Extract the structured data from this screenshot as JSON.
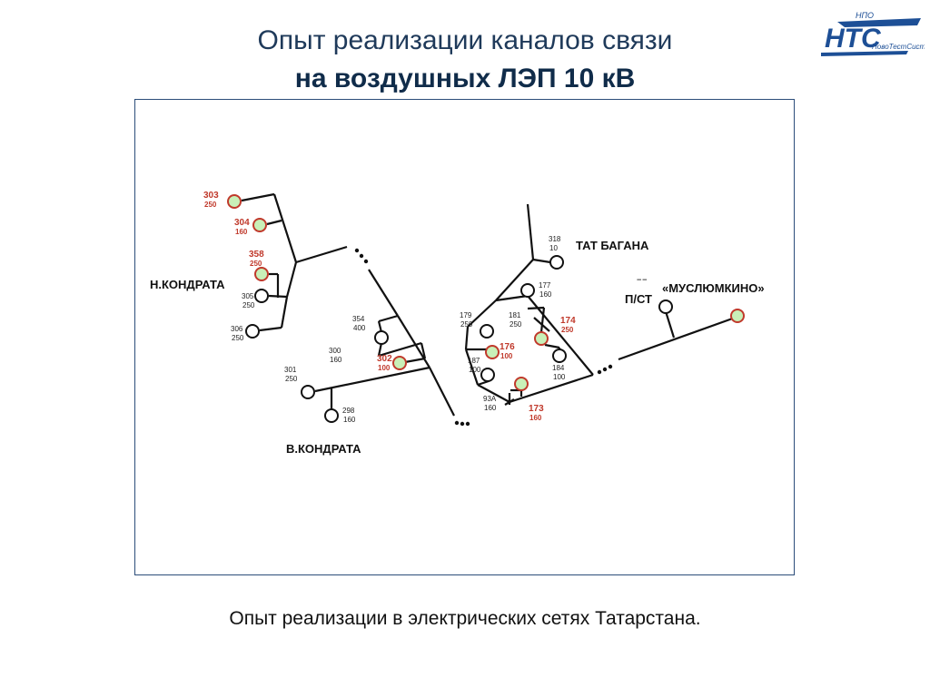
{
  "header": {
    "title_line1": "Опыт реализации каналов связи",
    "title_line2": "на воздушных ЛЭП 10 кВ"
  },
  "logo": {
    "top_text": "НПО",
    "main_text": "НТС",
    "sub_text": "НовоТестСистемы",
    "color": "#1d4f96"
  },
  "colors": {
    "active_node_fill": "#c9f0b8",
    "active_node_stroke": "#c0392b",
    "active_label": "#c0392b",
    "line": "#111111"
  },
  "diagram": {
    "labels": {
      "n_kondrata": "Н.КОНДРАТА",
      "v_kondrata": "В.КОНДРАТА",
      "tat_bagana": "ТАТ БАГАНА",
      "muslyumkino": "«МУСЛЮМКИНО»",
      "pst": "П/СТ",
      "pst_marks": "‾ ‾"
    },
    "nodes": [
      {
        "id": "303",
        "num": "303",
        "cap": "250",
        "active": true
      },
      {
        "id": "304",
        "num": "304",
        "cap": "160",
        "active": true
      },
      {
        "id": "358",
        "num": "358",
        "cap": "250",
        "active": true
      },
      {
        "id": "305",
        "num": "305",
        "cap": "250",
        "active": false
      },
      {
        "id": "306",
        "num": "306",
        "cap": "250",
        "active": false
      },
      {
        "id": "354",
        "num": "354",
        "cap": "400",
        "active": false
      },
      {
        "id": "300",
        "num": "300",
        "cap": "160",
        "active": false
      },
      {
        "id": "302",
        "num": "302",
        "cap": "100",
        "active": true
      },
      {
        "id": "301",
        "num": "301",
        "cap": "250",
        "active": false
      },
      {
        "id": "298",
        "num": "298",
        "cap": "160",
        "active": false
      },
      {
        "id": "318",
        "num": "318",
        "cap": "10",
        "active": false
      },
      {
        "id": "177",
        "num": "177",
        "cap": "160",
        "active": false
      },
      {
        "id": "179",
        "num": "179",
        "cap": "250",
        "active": false
      },
      {
        "id": "181",
        "num": "181",
        "cap": "250",
        "active": false
      },
      {
        "id": "174",
        "num": "174",
        "cap": "250",
        "active": true
      },
      {
        "id": "176",
        "num": "176",
        "cap": "100",
        "active": true
      },
      {
        "id": "187",
        "num": "187",
        "cap": "100",
        "active": false
      },
      {
        "id": "184",
        "num": "184",
        "cap": "100",
        "active": false
      },
      {
        "id": "93A",
        "num": "93А",
        "cap": "160",
        "active": false
      },
      {
        "id": "173",
        "num": "173",
        "cap": "160",
        "active": true
      },
      {
        "id": "pst",
        "num": "",
        "cap": "",
        "active": false
      },
      {
        "id": "musl",
        "num": "",
        "cap": "",
        "active": true
      }
    ]
  },
  "caption": "Опыт реализации в электрических сетях Татарстана."
}
